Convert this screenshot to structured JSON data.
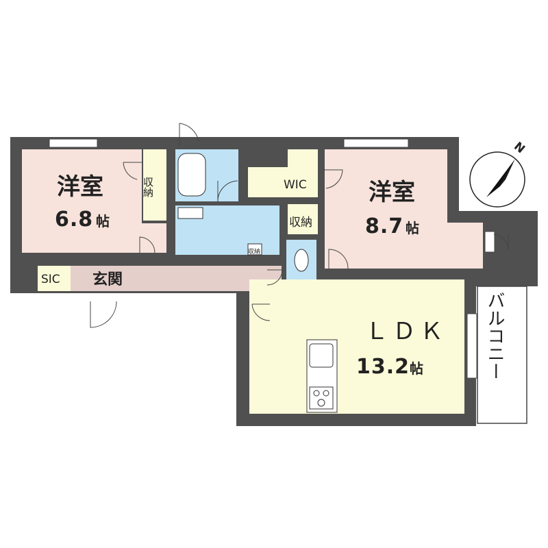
{
  "rooms": {
    "western1": {
      "name": "洋室",
      "area": "6.8",
      "unit": "帖"
    },
    "western2": {
      "name": "洋室",
      "area": "8.7",
      "unit": "帖"
    },
    "ldk": {
      "name": "ＬＤＫ",
      "area": "13.2",
      "unit": "帖"
    },
    "storage_a": "収納",
    "storage_b": "収納",
    "storage_c": "収納",
    "wic": "WIC",
    "sic": "SIC",
    "entrance": "玄関",
    "balcony": "バルコニー"
  },
  "compass": {
    "label": "N",
    "icon": "north-arrow-icon"
  },
  "colors": {
    "wall": "#505050",
    "western": "#f7e3dc",
    "wet": "#bfe2f5",
    "ldk": "#fbfbd9",
    "corridor": "#e5cfcb",
    "storage": "#fbfbd9"
  }
}
